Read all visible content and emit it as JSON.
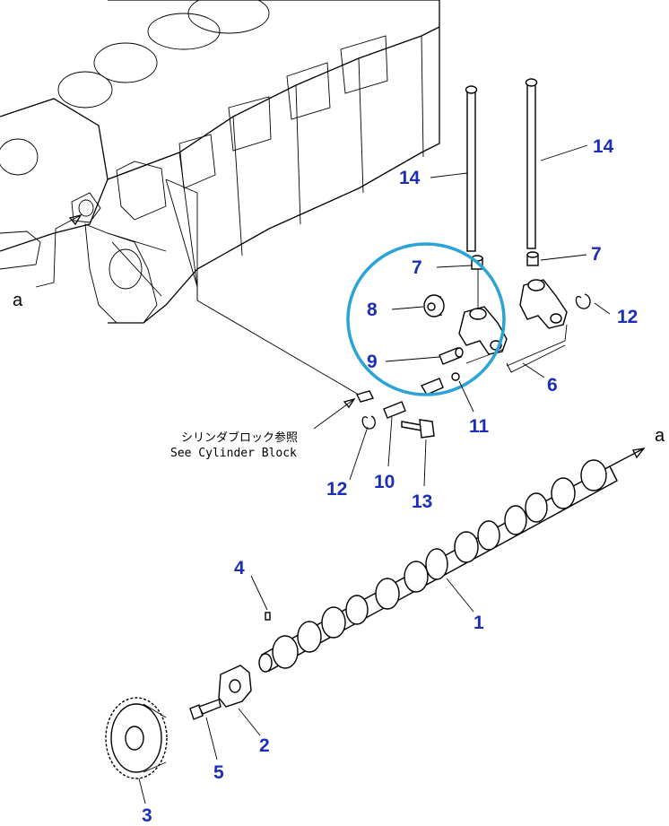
{
  "callouts": {
    "p1": "1",
    "p2": "2",
    "p3": "3",
    "p4": "4",
    "p5": "5",
    "p6": "6",
    "p7a": "7",
    "p7b": "7",
    "p8": "8",
    "p9": "9",
    "p10": "10",
    "p11": "11",
    "p12a": "12",
    "p12b": "12",
    "p13": "13",
    "p14a": "14",
    "p14b": "14"
  },
  "view_markers": {
    "a_left": "a",
    "a_right": "a"
  },
  "reference_note": {
    "japanese": "シリンダブロック参照",
    "english": "See Cylinder Block"
  },
  "colors": {
    "callout": "#1c2fb4",
    "highlight_circle": "#2aa3d6",
    "lines": "#000000"
  }
}
